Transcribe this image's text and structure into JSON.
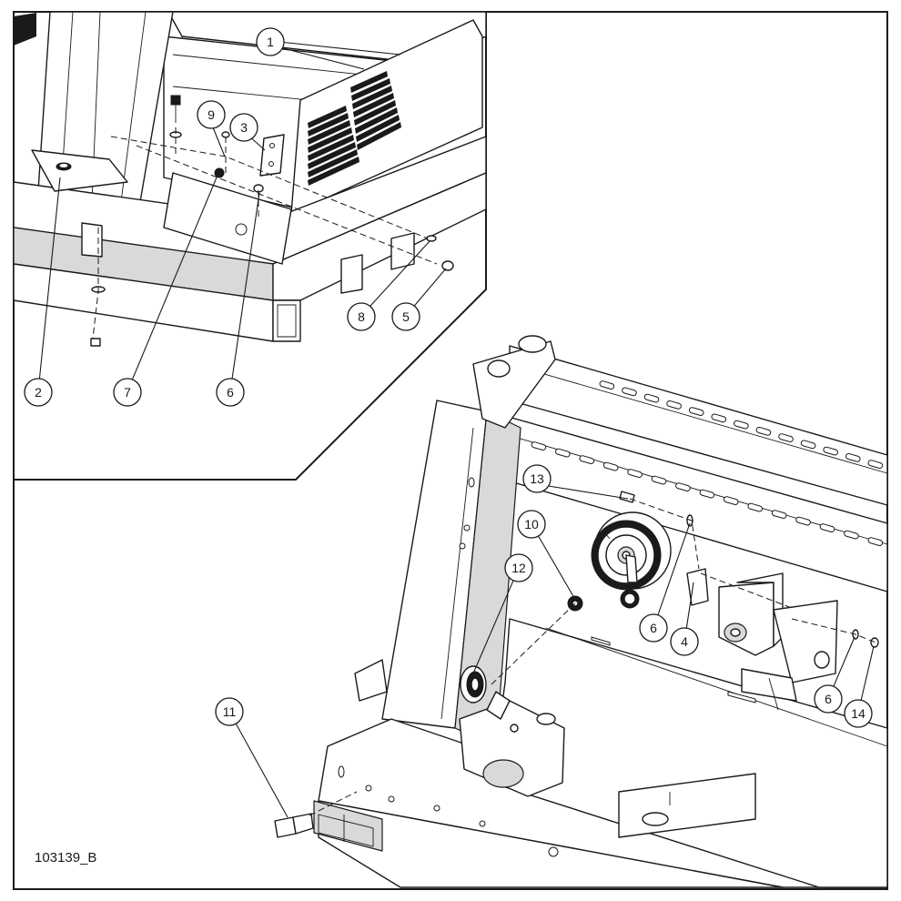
{
  "document_id": "103139_B",
  "callouts": [
    {
      "id": "c1",
      "label": "1"
    },
    {
      "id": "c2",
      "label": "2"
    },
    {
      "id": "c3",
      "label": "3"
    },
    {
      "id": "c4",
      "label": "4"
    },
    {
      "id": "c5",
      "label": "5"
    },
    {
      "id": "c6a",
      "label": "6"
    },
    {
      "id": "c6b",
      "label": "6"
    },
    {
      "id": "c6c",
      "label": "6"
    },
    {
      "id": "c7",
      "label": "7"
    },
    {
      "id": "c8",
      "label": "8"
    },
    {
      "id": "c9",
      "label": "9"
    },
    {
      "id": "c10",
      "label": "10"
    },
    {
      "id": "c11",
      "label": "11"
    },
    {
      "id": "c12",
      "label": "12"
    },
    {
      "id": "c13",
      "label": "13"
    },
    {
      "id": "c14",
      "label": "14"
    }
  ],
  "colors": {
    "line": "#1a1a1a",
    "fill": "#ffffff",
    "shade": "#d9d9d9"
  }
}
